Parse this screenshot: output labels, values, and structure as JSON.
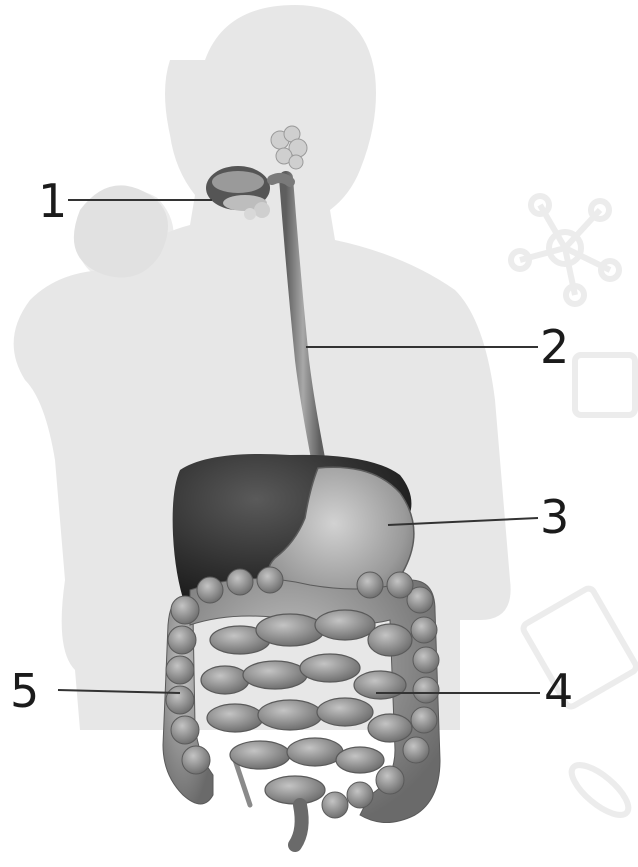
{
  "labels": [
    {
      "id": "1",
      "text": "1",
      "organ": "mouth"
    },
    {
      "id": "2",
      "text": "2",
      "organ": "esophagus"
    },
    {
      "id": "3",
      "text": "3",
      "organ": "stomach"
    },
    {
      "id": "4",
      "text": "4",
      "organ": "small-intestine"
    },
    {
      "id": "5",
      "text": "5",
      "organ": "large-intestine"
    }
  ],
  "colors": {
    "background": "#ffffff",
    "silhouette": "#e6e6e6",
    "silhouette_dark": "#d8d8d8",
    "watermark": "#ececec",
    "liver": "#2e2e2e",
    "stomach": "#9a9a9a",
    "intestine_small": "#8a8a8a",
    "intestine_large": "#a6a6a6",
    "esophagus": "#7a7a7a",
    "leader_line": "#333333",
    "label_text": "#1b1b1b"
  }
}
